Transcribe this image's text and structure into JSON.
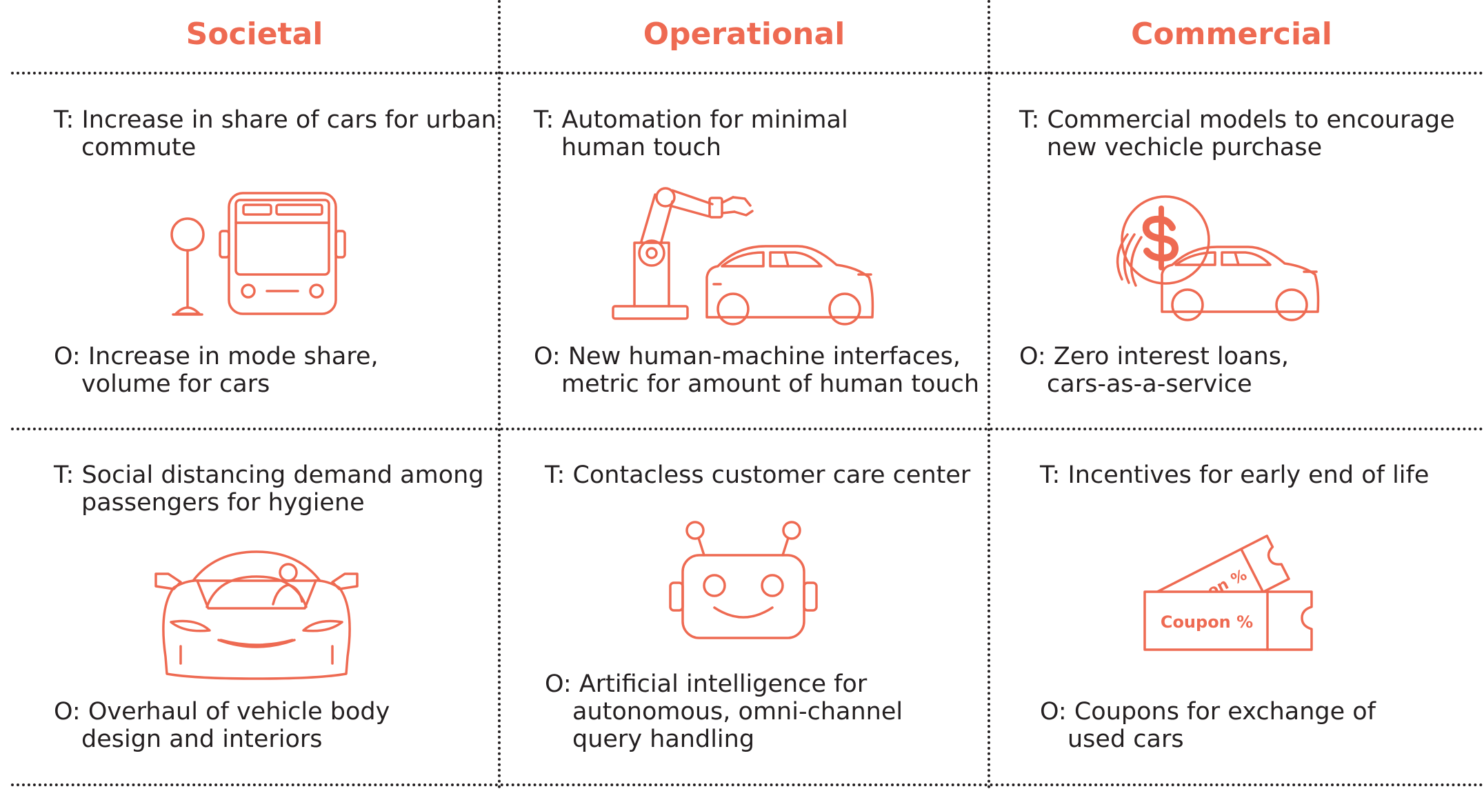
{
  "columns": [
    {
      "title": "Societal",
      "accent": "#ee6a52"
    },
    {
      "title": "Operational",
      "accent": "#ee6a52"
    },
    {
      "title": "Commercial",
      "accent": "#ee6a52"
    }
  ],
  "rows": [
    [
      {
        "trend": [
          "T: Increase in share of cars for urban",
          "commute"
        ],
        "icon": "bus-stop-icon",
        "outcome": [
          "O: Increase in mode share,",
          "volume for cars"
        ]
      },
      {
        "trend": [
          "T: Automation for minimal",
          "human touch"
        ],
        "icon": "robotic-arm-car-icon",
        "outcome": [
          "O: New human-machine interfaces,",
          "metric for amount of human touch"
        ]
      },
      {
        "trend": [
          "T: Commercial models to encourage",
          "new vechicle purchase"
        ],
        "icon": "dollar-coins-car-icon",
        "outcome": [
          "O: Zero interest loans,",
          "cars-as-a-service"
        ]
      }
    ],
    [
      {
        "trend": [
          "T: Social distancing demand among",
          "passengers for hygiene"
        ],
        "icon": "sports-car-front-icon",
        "outcome": [
          "O: Overhaul of vehicle body",
          "design and interiors"
        ]
      },
      {
        "trend": [
          "T: Contacless customer care center"
        ],
        "icon": "robot-face-icon",
        "outcome": [
          "O: Artificial intelligence for",
          "autonomous, omni-channel",
          "query handling"
        ]
      },
      {
        "trend": [
          "T: Incentives for early end of life"
        ],
        "icon": "coupon-tickets-icon",
        "outcome": [
          "O: Coupons for exchange of",
          "used cars"
        ]
      }
    ]
  ],
  "coupon": {
    "front_label": "Coupon %",
    "back_label": "Coupon %"
  }
}
